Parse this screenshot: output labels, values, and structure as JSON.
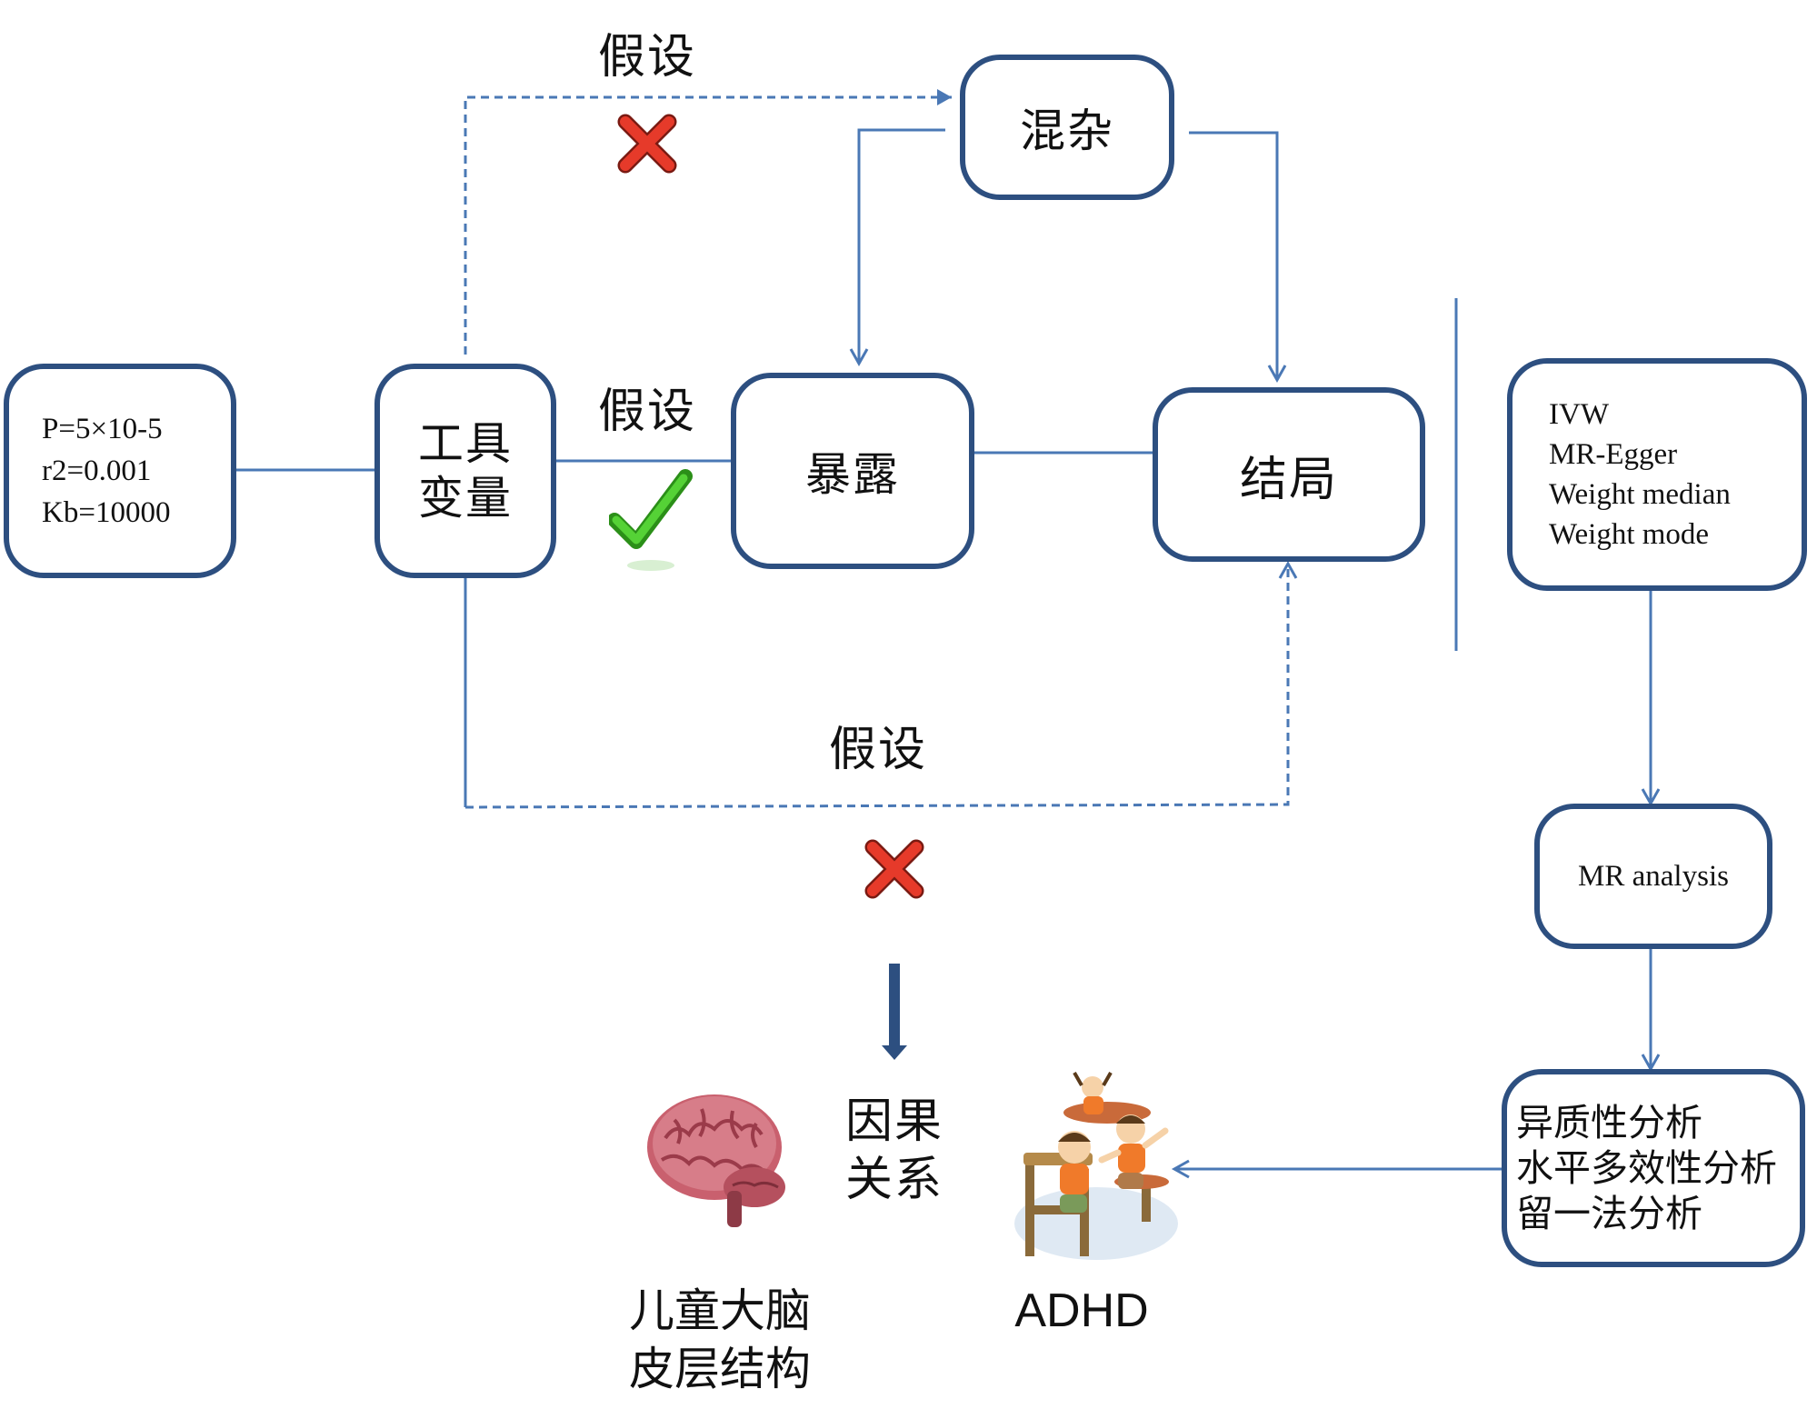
{
  "assumptions": {
    "top": "假设",
    "middle": "假设",
    "bottom": "假设"
  },
  "nodes": {
    "params": [
      "P=5×10-5",
      "r2=0.001",
      "Kb=10000"
    ],
    "instrument": [
      "工具",
      "变量"
    ],
    "confounder": "混杂",
    "exposure": "暴露",
    "outcome": "结局",
    "methods": [
      "IVW",
      "MR-Egger",
      "Weight median",
      "Weight mode"
    ],
    "mr_analysis": "MR analysis",
    "sensitivity": [
      "异质性分析",
      "水平多效性分析",
      "留一法分析"
    ]
  },
  "result": {
    "causal": [
      "因果",
      "关系"
    ],
    "brain": [
      "儿童大脑",
      "皮层结构"
    ],
    "adhd": "ADHD"
  },
  "colors": {
    "box_border": "#2d4f80",
    "line": "#4a78b5",
    "cross": "#e63a2a",
    "check": "#3cb521",
    "big_arrow": "#2d4f80"
  },
  "icons": {
    "cross": "cross-icon",
    "check": "check-icon",
    "brain": "brain-illustration",
    "children": "children-illustration"
  }
}
